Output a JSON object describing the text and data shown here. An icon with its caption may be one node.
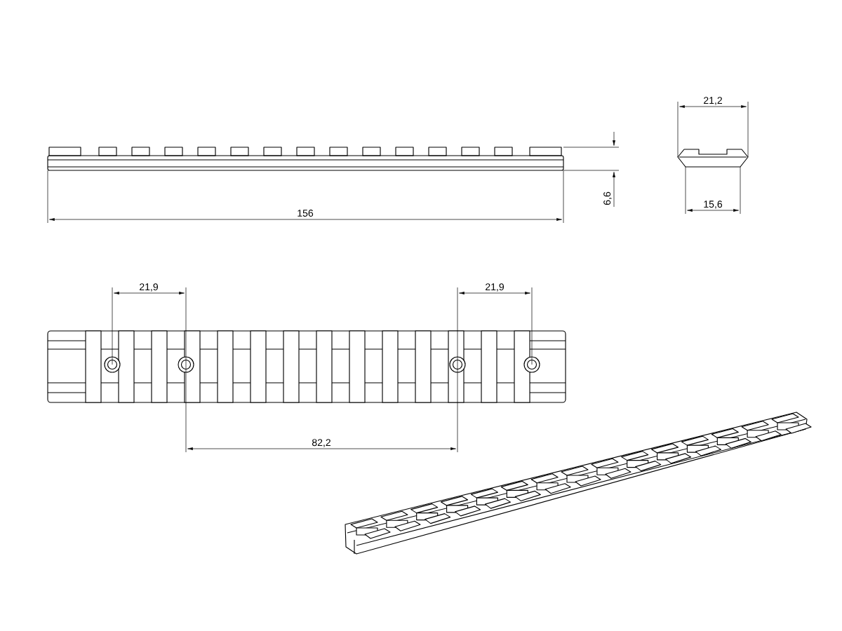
{
  "diagram": {
    "labels": [
      "21,2",
      "156",
      "6,6",
      "15,6",
      "21,9",
      "21,9",
      "82,2"
    ]
  }
}
